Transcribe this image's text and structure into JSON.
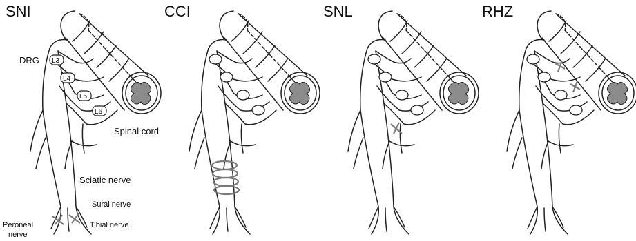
{
  "panels": [
    {
      "title": "SNI"
    },
    {
      "title": "CCI"
    },
    {
      "title": "SNL"
    },
    {
      "title": "RHZ"
    }
  ],
  "labels": {
    "drg": "DRG",
    "l3": "L3",
    "l4": "L4",
    "l5": "L5",
    "l6": "L6",
    "spinal_cord": "Spinal cord",
    "sciatic": "Sciatic nerve",
    "sural": "Sural nerve",
    "peroneal_1": "Peroneal",
    "peroneal_2": "nerve",
    "tibial": "Tibial nerve"
  },
  "colors": {
    "line": "#222222",
    "gray_matter": "#8c8c8c",
    "injury": "#7a7a7a"
  }
}
